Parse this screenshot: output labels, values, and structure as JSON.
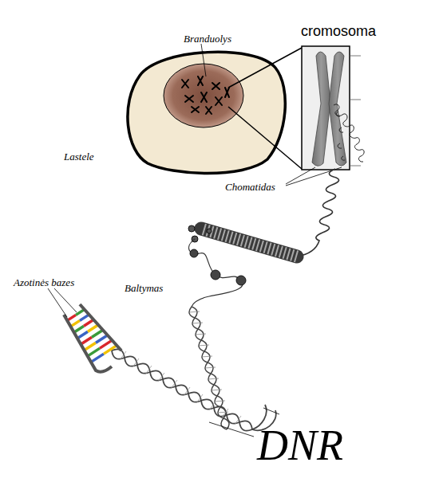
{
  "diagram": {
    "labels": [
      "cromosoma",
      "Branduolys",
      "Lastele",
      "Chomatidas",
      "Azotinės bazes",
      "Baltymas",
      "DNR"
    ]
  }
}
